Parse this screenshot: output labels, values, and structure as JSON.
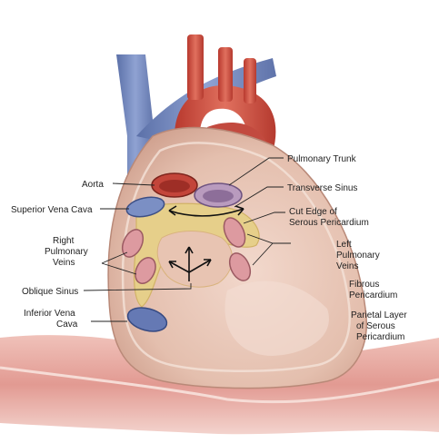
{
  "diagram": {
    "labels": {
      "pulmonary_trunk": [
        "Pulmonary Trunk"
      ],
      "aorta": [
        "Aorta"
      ],
      "transverse_sinus": [
        "Transverse Sinus"
      ],
      "superior_vena_cava": [
        "Superior Vena Cava"
      ],
      "cut_edge": [
        "Cut Edge of",
        "Serous Pericardium"
      ],
      "right_pulmonary_veins": [
        "Right",
        "Pulmonary",
        "Veins"
      ],
      "left_pulmonary_veins": [
        "Left",
        "Pulmonary",
        "Veins"
      ],
      "oblique_sinus": [
        "Oblique Sinus"
      ],
      "fibrous_pericardium": [
        "Fibrous",
        "Pericardium"
      ],
      "inferior_vena_cava": [
        "Inferior Vena",
        "Cava"
      ],
      "parietal_layer": [
        "Parietal Layer",
        "of Serous",
        "Pericardium"
      ]
    },
    "colors": {
      "background": "#ffffff",
      "vein_blue": "#6f83b8",
      "artery_red": "#c84a3c",
      "pericardium": "#e8c6b6",
      "diaphragm": "#e9a8a0",
      "sinus_yellow": "#e6cf8a",
      "vein_pink": "#d98f93"
    }
  }
}
